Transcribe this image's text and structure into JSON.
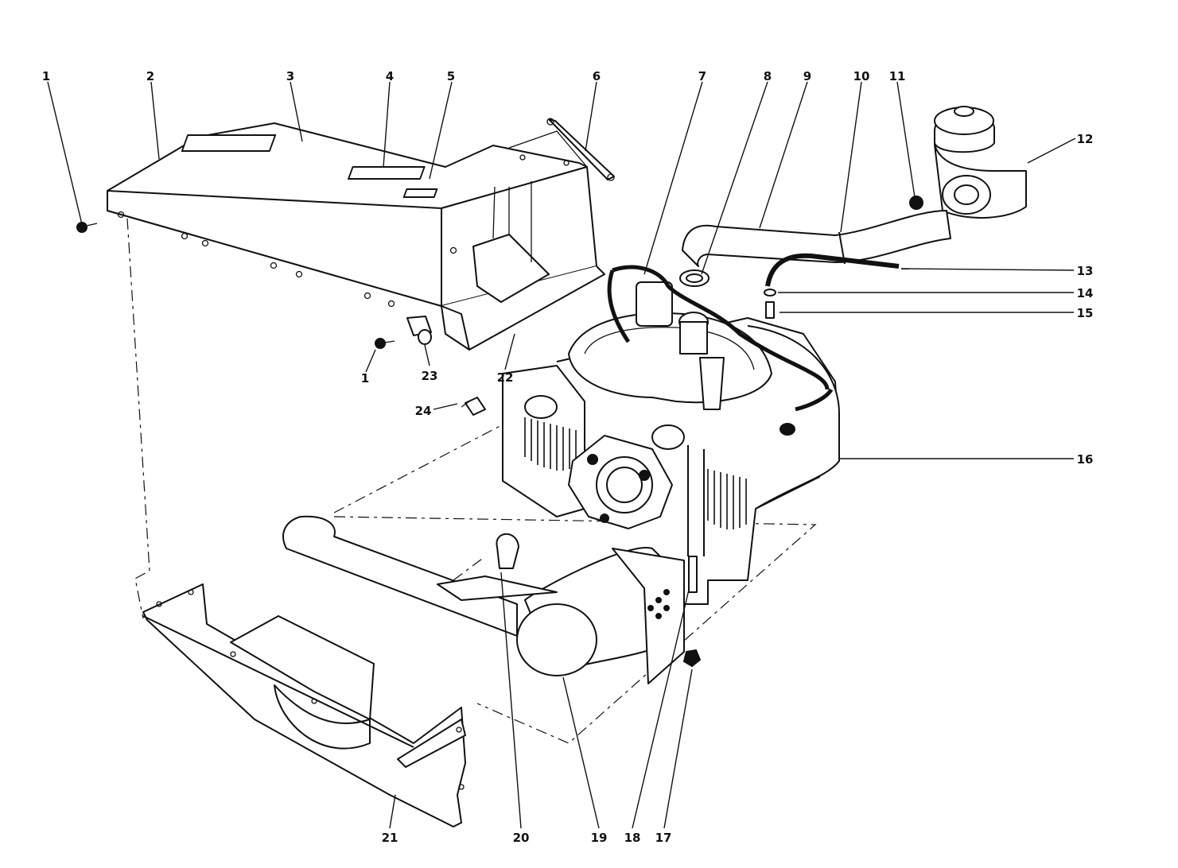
{
  "callouts": [
    {
      "id": "1a",
      "label": "1"
    },
    {
      "id": "2",
      "label": "2"
    },
    {
      "id": "3",
      "label": "3"
    },
    {
      "id": "4",
      "label": "4"
    },
    {
      "id": "5",
      "label": "5"
    },
    {
      "id": "6",
      "label": "6"
    },
    {
      "id": "7",
      "label": "7"
    },
    {
      "id": "8",
      "label": "8"
    },
    {
      "id": "9",
      "label": "9"
    },
    {
      "id": "10",
      "label": "10"
    },
    {
      "id": "11",
      "label": "11"
    },
    {
      "id": "12",
      "label": "12"
    },
    {
      "id": "13",
      "label": "13"
    },
    {
      "id": "14",
      "label": "14"
    },
    {
      "id": "15",
      "label": "15"
    },
    {
      "id": "16",
      "label": "16"
    },
    {
      "id": "17",
      "label": "17"
    },
    {
      "id": "18",
      "label": "18"
    },
    {
      "id": "19",
      "label": "19"
    },
    {
      "id": "20",
      "label": "20"
    },
    {
      "id": "21",
      "label": "21"
    },
    {
      "id": "22",
      "label": "22"
    },
    {
      "id": "23",
      "label": "23"
    },
    {
      "id": "24",
      "label": "24"
    },
    {
      "id": "1b",
      "label": "1"
    }
  ]
}
